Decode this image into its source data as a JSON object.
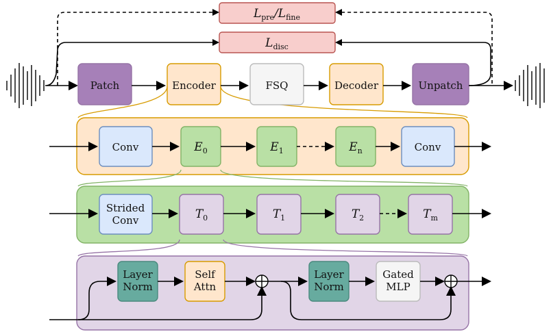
{
  "losses": {
    "top": {
      "main": "L",
      "sub1": "pre",
      "sep": "/L",
      "sub2": "fine"
    },
    "disc": {
      "main": "L",
      "sub": "disc"
    }
  },
  "pipeline": {
    "patch": "Patch",
    "encoder": "Encoder",
    "fsq": "FSQ",
    "decoder": "Decoder",
    "unpatch": "Unpatch"
  },
  "encoder_stack": {
    "conv_in": "Conv",
    "e0": {
      "main": "E",
      "sub": "0"
    },
    "e1": {
      "main": "E",
      "sub": "1"
    },
    "en": {
      "main": "E",
      "sub": "n"
    },
    "conv_out": "Conv"
  },
  "block_stack": {
    "strided_conv": [
      "Strided",
      "Conv"
    ],
    "t0": {
      "main": "T",
      "sub": "0"
    },
    "t1": {
      "main": "T",
      "sub": "1"
    },
    "t2": {
      "main": "T",
      "sub": "2"
    },
    "tm": {
      "main": "T",
      "sub": "m"
    }
  },
  "transformer": {
    "layer_norm_1": [
      "Layer",
      "Norm"
    ],
    "self_attn": [
      "Self",
      "Attn"
    ],
    "layer_norm_2": [
      "Layer",
      "Norm"
    ],
    "gated_mlp": [
      "Gated",
      "MLP"
    ]
  },
  "colors": {
    "purple": "#a680b8",
    "orange_fill": "#ffe6cc",
    "orange_stroke": "#d79b00",
    "gray_fill": "#f5f5f5",
    "pink_fill": "#f8cecc",
    "pink_stroke": "#b85450",
    "blue_fill": "#dae8fc",
    "blue_stroke": "#6c8ebf",
    "green_fill": "#b9e0a5",
    "green_stroke": "#82b366",
    "lavender_fill": "#e1d5e7",
    "lavender_stroke": "#9673a6",
    "teal_fill": "#67ab9f"
  }
}
